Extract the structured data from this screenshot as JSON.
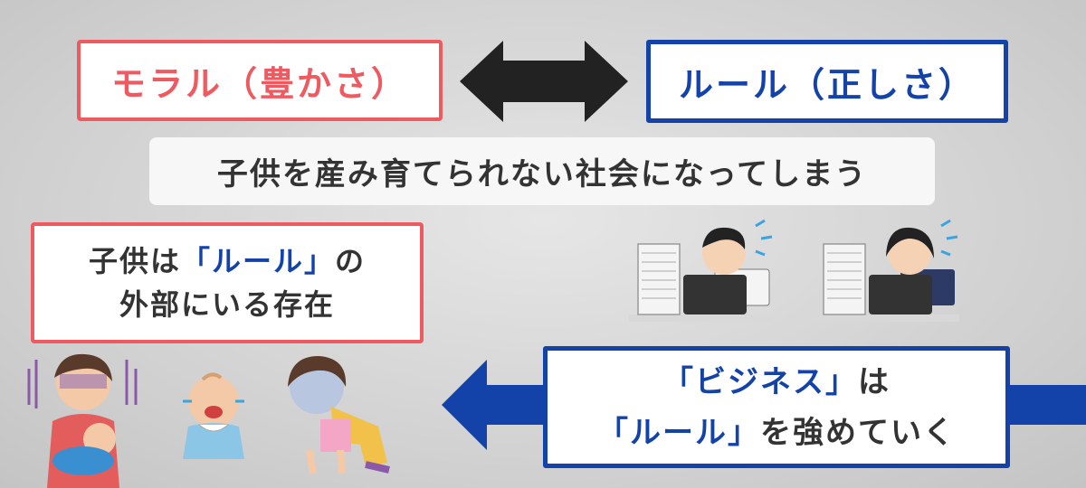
{
  "moral_box": {
    "text": "モラル（豊かさ）"
  },
  "rule_box": {
    "text": "ルール（正しさ）"
  },
  "headline": {
    "text": "子供を産み育てられない社会になってしまう"
  },
  "children_box": {
    "line1_a": "子供は",
    "line1_b": "「ルール」",
    "line1_c": "の",
    "line2": "外部にいる存在"
  },
  "business_box": {
    "line1_a": "「ビジネス」",
    "line1_b": "は",
    "line2_a": "「ルール」",
    "line2_b": "を強めていく"
  },
  "colors": {
    "moral_red": "#ee5a5f",
    "rule_blue": "#1343a8",
    "double_arrow": "#222222",
    "text_dark": "#333333"
  },
  "illustrations": [
    "double-arrow-icon",
    "overworked-man-icon",
    "overworked-woman-icon",
    "tired-mother-with-baby-icon",
    "crying-baby-icon",
    "exhausted-crawling-woman-icon",
    "left-arrow-icon"
  ]
}
